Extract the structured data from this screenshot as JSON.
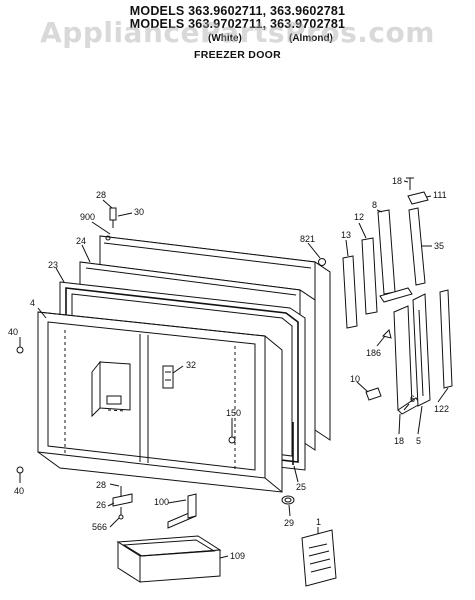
{
  "header": {
    "line1": "MODELS 363.9602711, 363.9602781",
    "line2": "MODELS 363.9702711, 363.9702781",
    "variant_white": "(White)",
    "variant_almond": "(Almond)",
    "title": "FREEZER DOOR"
  },
  "watermark": "AppliancePartsPros.com",
  "labels": {
    "p28a": "28",
    "p30": "30",
    "p900": "900",
    "p821": "821",
    "p24": "24",
    "p23": "23",
    "p4": "4",
    "p40a": "40",
    "p32": "32",
    "p150": "150",
    "p40b": "40",
    "p28b": "28",
    "p26": "26",
    "p566": "566",
    "p100": "100",
    "p109": "109",
    "p29": "29",
    "p25": "25",
    "p18a": "18",
    "p111": "111",
    "p12": "12",
    "p8": "8",
    "p13": "13",
    "p35": "35",
    "p186": "186",
    "p10": "10",
    "p6": "6",
    "p122": "122",
    "p18b": "18",
    "p5": "5",
    "p1": "1"
  }
}
